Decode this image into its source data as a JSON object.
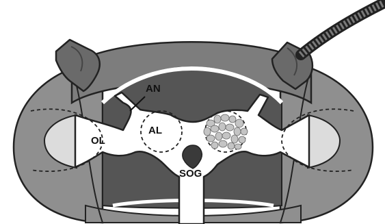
{
  "labels": {
    "an": "AN",
    "al": "AL",
    "ol": "OL",
    "sog": "SOG"
  },
  "colors": {
    "outer_capsule": "#8f8f8f",
    "inner_cavity": "#555555",
    "brain_tissue": "#ffffff",
    "optic_lobe_outer": "#dcdcdc",
    "glomeruli": "#c4c4c4",
    "electrode": "#6a6a6a",
    "outline": "#222222"
  }
}
